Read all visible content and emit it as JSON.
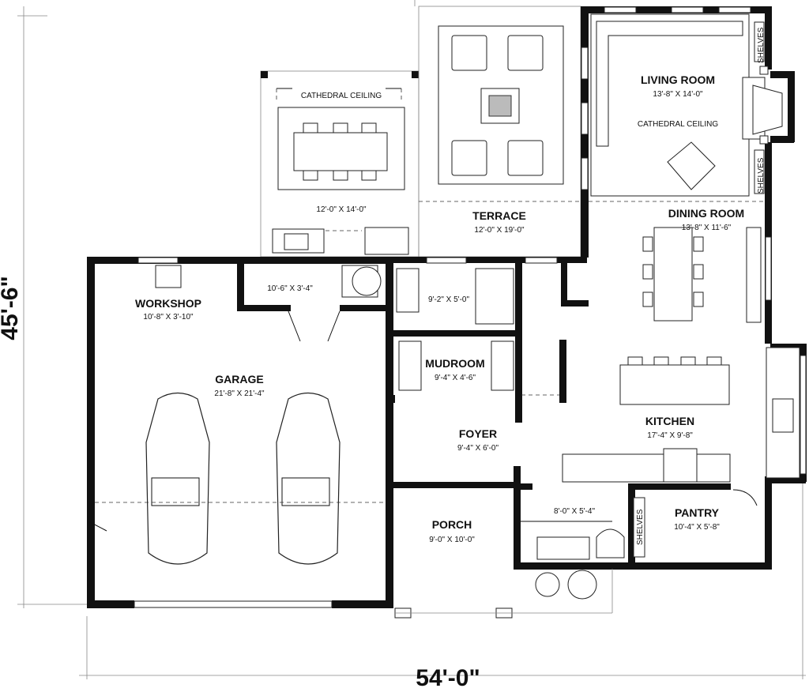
{
  "overall": {
    "width": "54'-0\"",
    "depth": "45'-6\""
  },
  "rooms": {
    "living_room": {
      "name": "LIVING ROOM",
      "dims": "13'-8\" X 14'-0\"",
      "note": "CATHEDRAL CEILING"
    },
    "dining_room": {
      "name": "DINING ROOM",
      "dims": "13'-8\" X 11'-6\""
    },
    "terrace": {
      "name": "TERRACE",
      "dims": "12'-0\" X 19'-0\""
    },
    "covered_terrace": {
      "dims": "12'-0\" X 14'-0\"",
      "note": "CATHEDRAL CEILING"
    },
    "workshop": {
      "name": "WORKSHOP",
      "dims": "10'-8\" X 3'-10\""
    },
    "storage": {
      "dims": "10'-6\" X 3'-4\""
    },
    "laundry": {
      "dims": "9'-2\" X 5'-0\""
    },
    "garage": {
      "name": "GARAGE",
      "dims": "21'-8\" X 21'-4\""
    },
    "mudroom": {
      "name": "MUDROOM",
      "dims": "9'-4\" X 4'-6\""
    },
    "foyer": {
      "name": "FOYER",
      "dims": "9'-4\" X 6'-0\""
    },
    "kitchen": {
      "name": "KITCHEN",
      "dims": "17'-4\" X 9'-8\""
    },
    "porch": {
      "name": "PORCH",
      "dims": "9'-0\" X 10'-0\""
    },
    "bathroom": {
      "dims": "8'-0\" X 5'-4\""
    },
    "pantry": {
      "name": "PANTRY",
      "dims": "10'-4\" X 5'-8\""
    }
  },
  "labels": {
    "shelves_top": "SHELVES",
    "shelves_mid": "SHELVES",
    "shelves_pantry": "SHELVES"
  }
}
